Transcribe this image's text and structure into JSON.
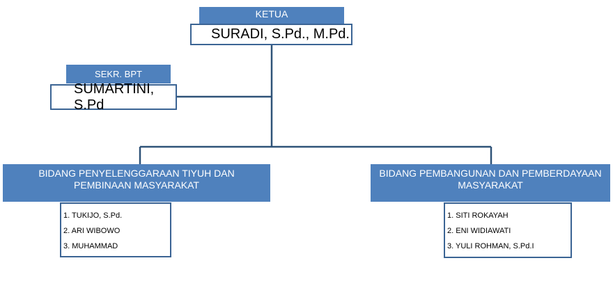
{
  "chart": {
    "ketua": {
      "title": "KETUA",
      "name": "SURADI, S.Pd., M.Pd."
    },
    "sekretaris": {
      "title": "SEKR. BPT",
      "name": "SUMARTINI, S.Pd"
    },
    "bidang": [
      {
        "title": "BIDANG PENYELENGGARAAN TIYUH DAN PEMBINAAN MASYARAKAT",
        "members": [
          "1. TUKIJO, S.Pd.",
          "2. ARI WIBOWO",
          "3. MUHAMMAD"
        ]
      },
      {
        "title": "BIDANG PEMBANGUNAN DAN PEMBERDAYAAN MASYARAKAT",
        "members": [
          "1. SITI ROKAYAH",
          "2. ENI WIDIAWATI",
          "3. YULI ROHMAN, S.Pd.I"
        ]
      }
    ]
  },
  "colors": {
    "title_fill": "#4f81bd",
    "box_border": "#3b6494",
    "connector": "#2f5378"
  }
}
